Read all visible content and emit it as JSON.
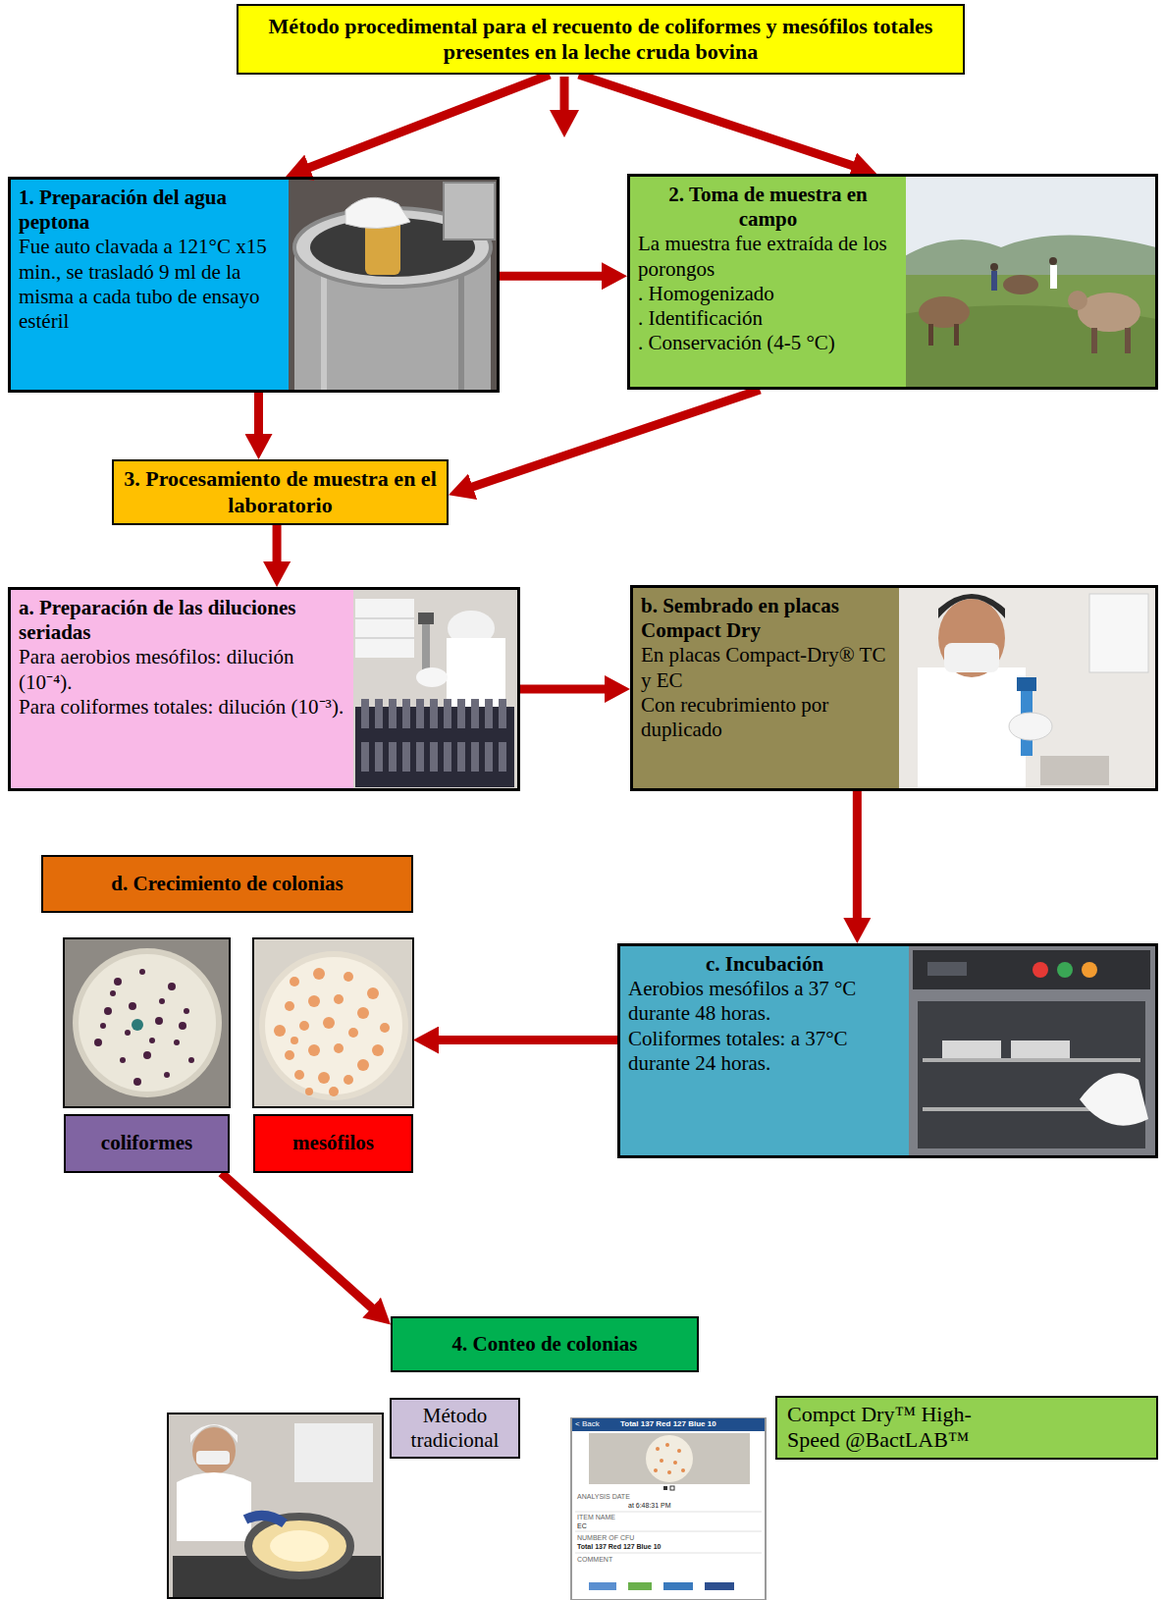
{
  "diagram": {
    "nodes": [
      {
        "text": [
          "Método procedimental para el recuento de coliformes y mesófilos totales presentes en la leche cruda bovina"
        ]
      },
      {
        "text": [
          "1. Preparación del agua peptona",
          "Fue auto clavada a 121°C x15 min., se trasladó 9 ml de la misma a cada tubo de ensayo estéril"
        ]
      },
      {
        "text": [
          "2. Toma de muestra en campo",
          "La muestra fue extraída de los porongos",
          ". Homogenizado",
          ". Identificación",
          ". Conservación (4-5 °C)"
        ]
      },
      {
        "text": [
          "3. Procesamiento de muestra en el laboratorio"
        ]
      },
      {
        "text": [
          "a. Preparación de las diluciones seriadas",
          "Para aerobios mesófilos: dilución (10⁻⁴).",
          "Para coliformes totales: dilución (10⁻³)."
        ]
      },
      {
        "text": [
          "b. Sembrado en placas Compact Dry",
          "En placas Compact-Dry® TC y EC",
          "Con recubrimiento por duplicado"
        ]
      },
      {
        "text": [
          "c. Incubación",
          "Aerobios mesófilos a 37 °C durante 48 horas.",
          "Coliformes totales: a 37°C durante 24 horas."
        ]
      },
      {
        "text": [
          "d. Crecimiento de colonias"
        ]
      },
      {
        "text": [
          "coliformes"
        ]
      },
      {
        "text": [
          "mesófilos"
        ]
      },
      {
        "text": [
          "4. Conteo de colonias"
        ]
      },
      {
        "text": [
          "Método tradicional"
        ]
      },
      {
        "text": [
          "Compct Dry™ High-Speed @BactLAB™"
        ]
      }
    ],
    "edges": [
      {
        "from": 0,
        "to": 1,
        "arrow": "to"
      },
      {
        "from": 0,
        "to": 2,
        "arrow": "to"
      },
      {
        "from": 1,
        "to": 2,
        "arrow": "to"
      },
      {
        "from": 1,
        "to": 3,
        "arrow": "to"
      },
      {
        "from": 2,
        "to": 3,
        "arrow": "to"
      },
      {
        "from": 3,
        "to": 4,
        "arrow": "to"
      },
      {
        "from": 4,
        "to": 5,
        "arrow": "to"
      },
      {
        "from": 5,
        "to": 6,
        "arrow": "to"
      },
      {
        "from": 6,
        "to": 9,
        "arrow": "to"
      },
      {
        "from": 8,
        "to": 10,
        "arrow": "to"
      }
    ],
    "labels": [
      "< Back",
      "Total 137 Red 127 Blue 10",
      "ANALYSIS DATE",
      "at 6:48:31 PM",
      "ITEM NAME",
      "EC",
      "NUMBER OF CFU",
      "Total 137 Red 127 Blue 10",
      "COMMENT"
    ]
  }
}
